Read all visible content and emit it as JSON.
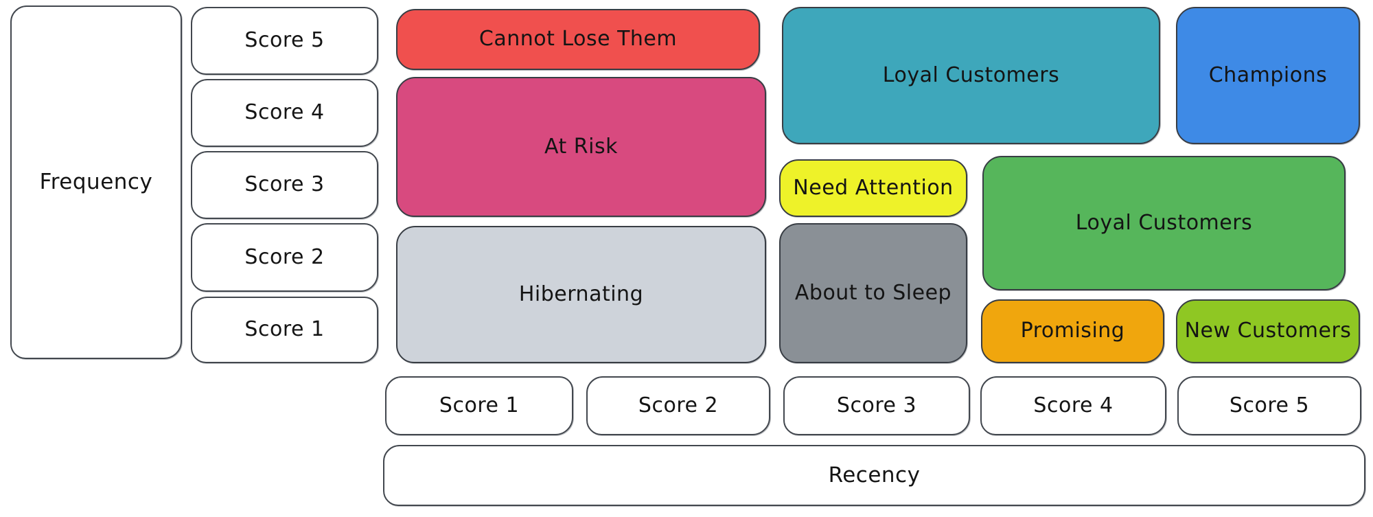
{
  "diagram_type": "rfm-segment-matrix",
  "axes": {
    "frequency": {
      "label": "Frequency",
      "scores": [
        "Score 5",
        "Score 4",
        "Score 3",
        "Score 2",
        "Score 1"
      ]
    },
    "recency": {
      "label": "Recency",
      "scores": [
        "Score 1",
        "Score 2",
        "Score 3",
        "Score 4",
        "Score 5"
      ]
    }
  },
  "segments": [
    {
      "label": "Cannot Lose Them",
      "color": "#f0504e",
      "recency_span": "1-2",
      "frequency_span": "5"
    },
    {
      "label": "At Risk",
      "color": "#d84a7f",
      "recency_span": "1-2",
      "frequency_span": "3-4"
    },
    {
      "label": "Hibernating",
      "color": "#ced3da",
      "recency_span": "1-2",
      "frequency_span": "1-2"
    },
    {
      "label": "Loyal Customers",
      "color": "#3ea7bb",
      "recency_span": "3-4",
      "frequency_span": "4-5"
    },
    {
      "label": "Champions",
      "color": "#3e8ae6",
      "recency_span": "5",
      "frequency_span": "4-5"
    },
    {
      "label": "Need Attention",
      "color": "#eef229",
      "recency_span": "3",
      "frequency_span": "3"
    },
    {
      "label": "About to Sleep",
      "color": "#8a9096",
      "recency_span": "3",
      "frequency_span": "1-2"
    },
    {
      "label": "Loyal Customers",
      "color": "#56b65b",
      "recency_span": "4-5",
      "frequency_span": "2-3"
    },
    {
      "label": "Promising",
      "color": "#f0a60d",
      "recency_span": "4",
      "frequency_span": "1"
    },
    {
      "label": "New Customers",
      "color": "#8fc723",
      "recency_span": "5",
      "frequency_span": "1"
    }
  ]
}
